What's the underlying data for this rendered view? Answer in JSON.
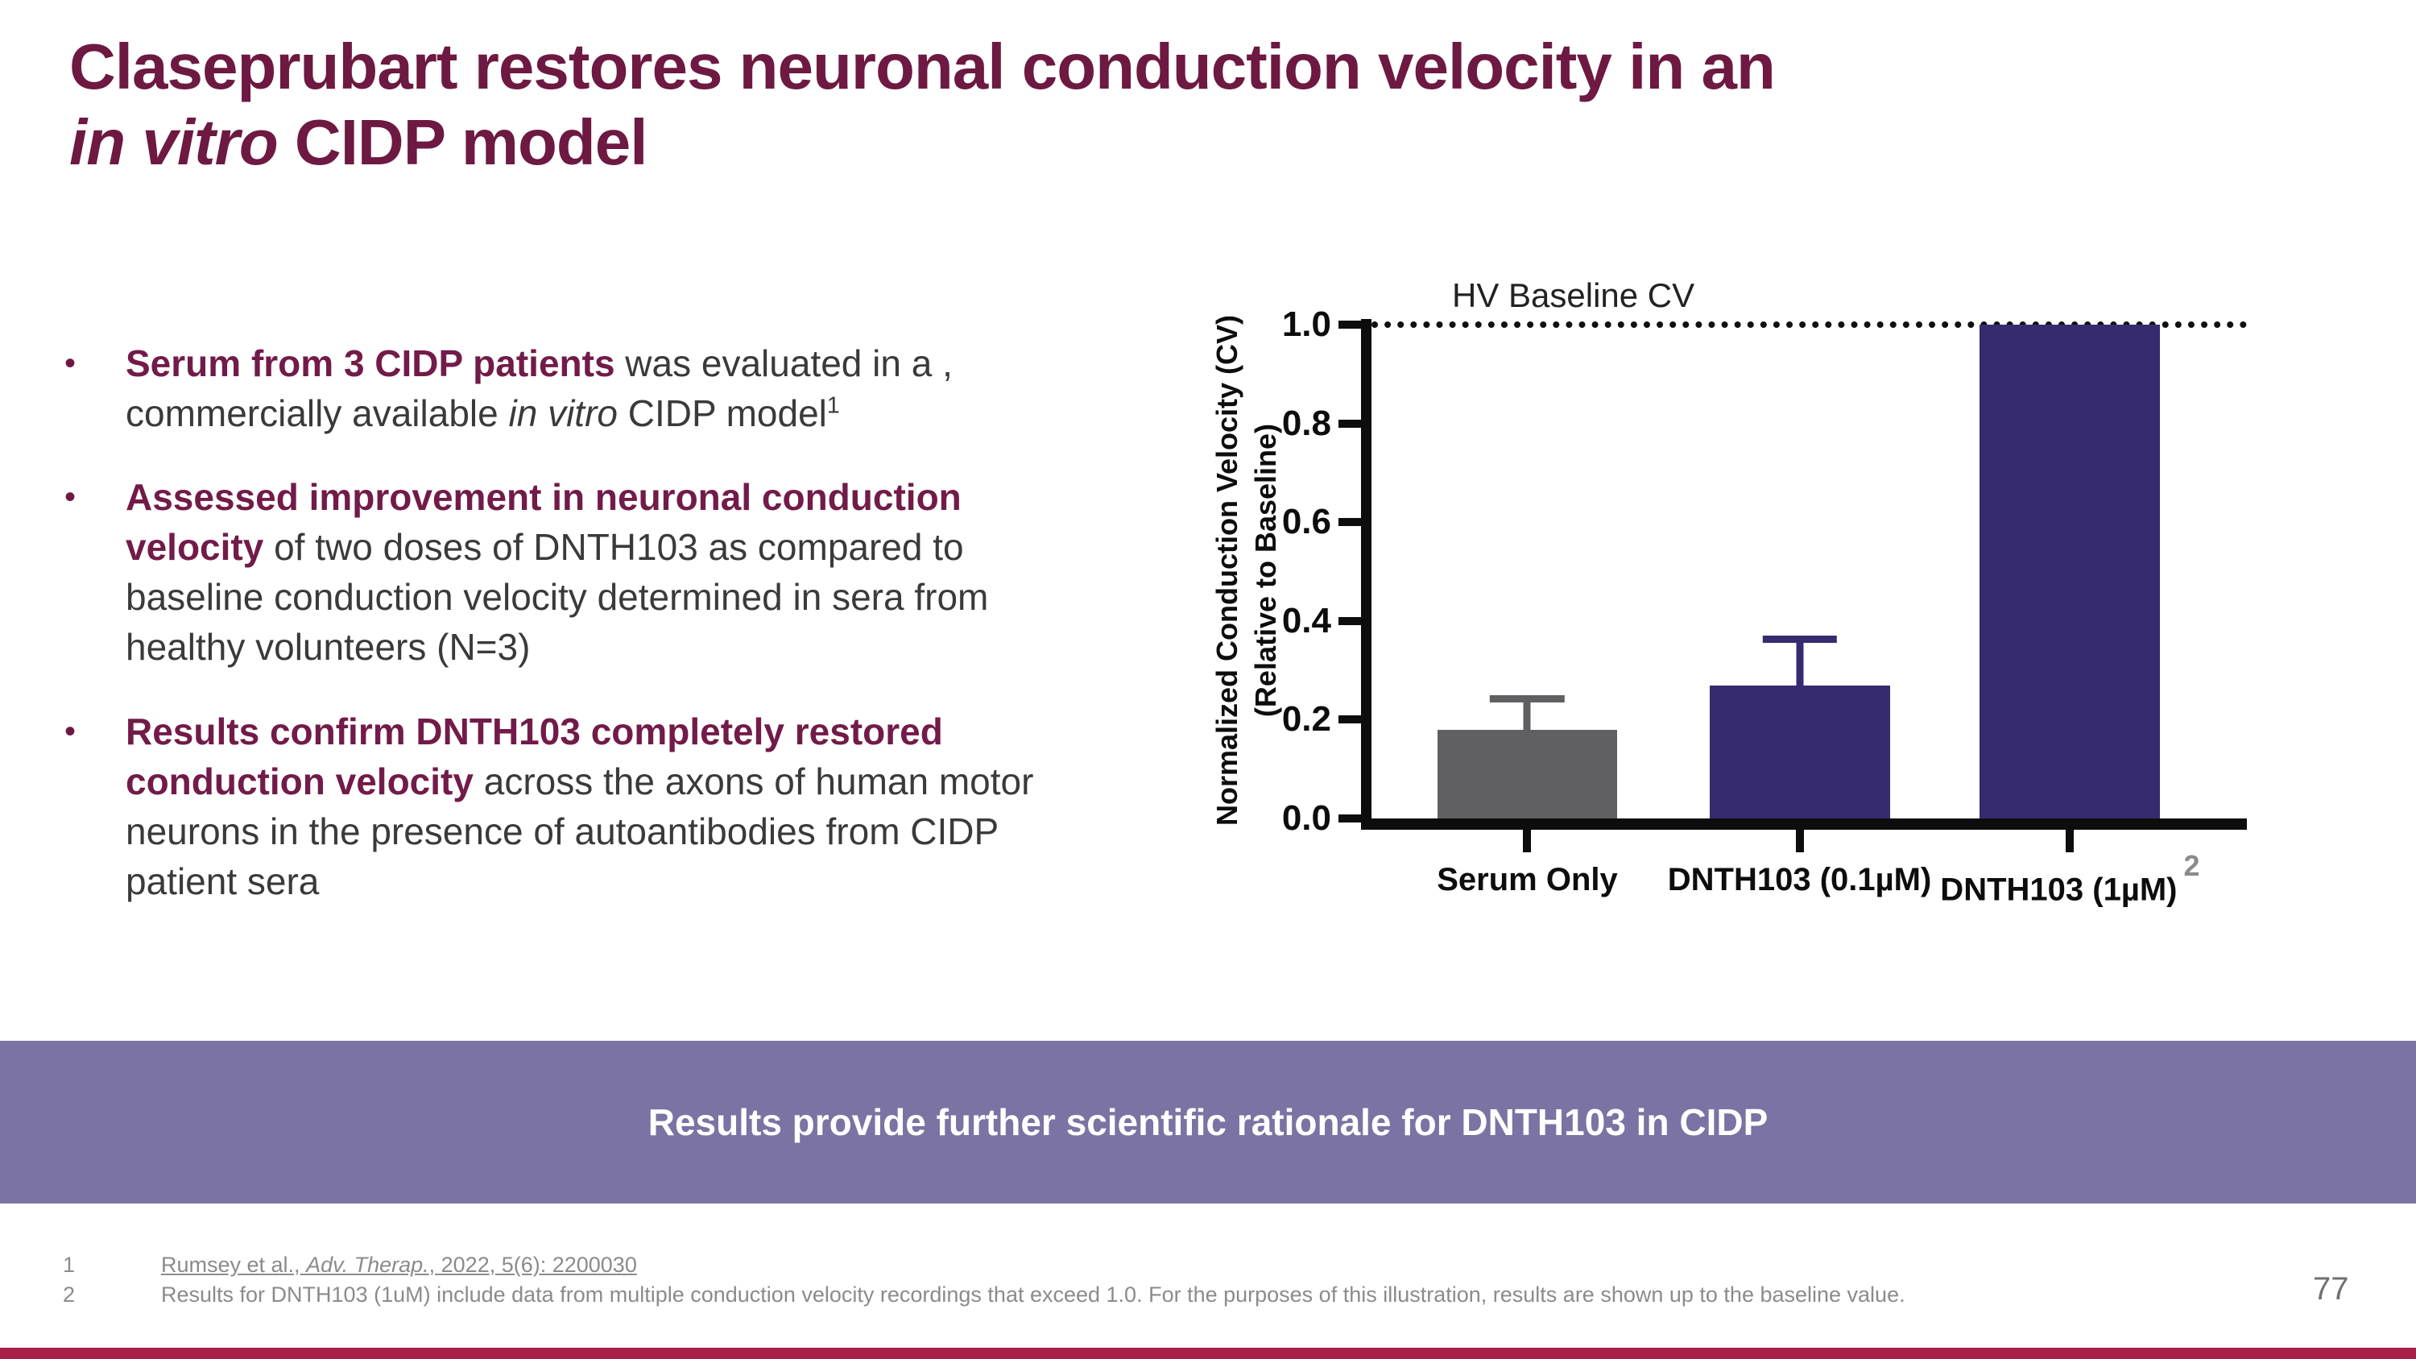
{
  "slide": {
    "title": {
      "line1": "Claseprubart restores neuronal conduction velocity in an",
      "line2_italic": "in vitro",
      "line2_rest": " CIDP model"
    },
    "bullet_marker": "•",
    "bullets": [
      {
        "bold": "Serum from 3 CIDP patients",
        "text1": " was evaluated in a , commercially available ",
        "italic": "in vitro",
        "text2": " CIDP model",
        "sup": "1"
      },
      {
        "bold": "Assessed improvement in neuronal conduction velocity",
        "text1": " of two doses of DNTH103 as compared to baseline conduction velocity determined in sera from healthy volunteers (N=3)",
        "italic": "",
        "text2": "",
        "sup": ""
      },
      {
        "bold": "Results confirm DNTH103 completely restored conduction velocity",
        "text1": " across the axons of human motor neurons in the presence of autoantibodies from CIDP patient sera",
        "italic": "",
        "text2": "",
        "sup": ""
      }
    ],
    "banner": {
      "text": "Results provide further scientific rationale for DNTH103 in CIDP"
    },
    "footnotes": [
      {
        "num": "1",
        "pre": "Rumsey et al., ",
        "italic": "Adv. Therap.",
        "post": ", 2022, 5(6): 2200030"
      },
      {
        "num": "2",
        "text": "Results for DNTH103 (1uM) include data from multiple conduction velocity recordings that exceed 1.0. For the purposes of this illustration, results are shown up to the baseline value."
      }
    ],
    "page_number": "77",
    "colors": {
      "title_maroon": "#6d1941",
      "body_text": "#3a3a3c",
      "banner_bg": "#7a73a3",
      "bottom_bar": "#a62048",
      "footnote_gray": "#8a8b8d"
    }
  },
  "chart_data": {
    "type": "bar",
    "title": "",
    "ylabel_line1": "Normalized Conduction Velocity (CV)",
    "ylabel_line2": "(Relative to Baseline)",
    "categories": [
      "Serum Only",
      "DNTH103 (0.1µM)",
      "DNTH103 (1µM)"
    ],
    "category_superscripts": [
      "",
      "",
      "2"
    ],
    "values": [
      0.18,
      0.27,
      1.0
    ],
    "errors_upper": [
      0.07,
      0.1,
      0
    ],
    "bar_colors": [
      "#606062",
      "#372b70",
      "#372b70"
    ],
    "yticks": [
      0.0,
      0.2,
      0.4,
      0.6,
      0.8,
      1.0
    ],
    "ylim": [
      0,
      1.0
    ],
    "grid": "off",
    "legend": "none",
    "reference_line": {
      "value": 1.0,
      "label": "HV Baseline CV",
      "style": "dotted"
    }
  }
}
